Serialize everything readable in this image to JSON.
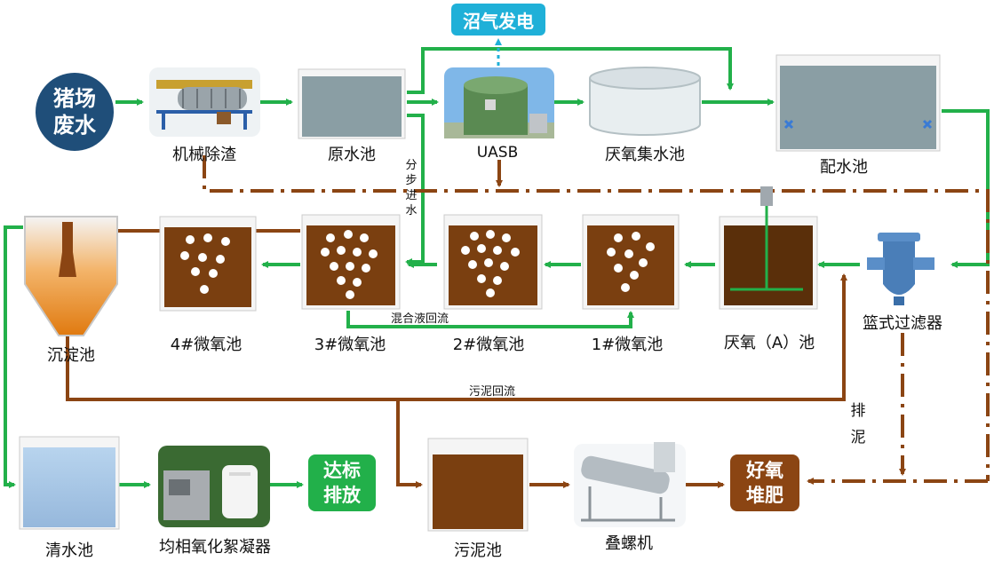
{
  "badges": {
    "source": "猪场\n废水",
    "biogas": "沼气发电",
    "discharge": "达标\n排放",
    "compost": "好氧\n堆肥"
  },
  "labels": {
    "mech": "机械除渣",
    "raw": "原水池",
    "uasb": "UASB",
    "anaerobic_collect": "厌氧集水池",
    "mixing": "配水池",
    "basket": "篮式过滤器",
    "anaerobic_a": "厌氧（A）池",
    "micro1": "1#微氧池",
    "micro2": "2#微氧池",
    "micro3": "3#微氧池",
    "micro4": "4#微氧池",
    "settling": "沉淀池",
    "clear": "清水池",
    "coagulator": "均相氧化絮凝器",
    "sludge_tank": "污泥池",
    "screw_press": "叠螺机"
  },
  "annotations": {
    "step_feed": "分步进水",
    "mixed_return": "混合液回流",
    "sludge_return": "污泥回流",
    "sludge_discharge": "排泥"
  },
  "colors": {
    "water_flow": "#22b04a",
    "sludge_flow": "#8b4513",
    "biogas_flow": "#1fb0d8",
    "sludge": "#7a3f10",
    "clear_water": "#a8c8e8",
    "tank_water": "#8a9ea4"
  }
}
